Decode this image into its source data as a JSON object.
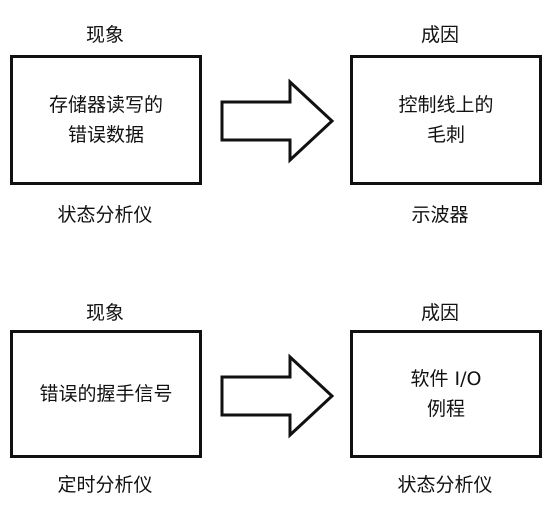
{
  "rows": [
    {
      "phenomenon_heading": "现象",
      "phenomenon_lines": [
        "存储器读写的",
        "错误数据"
      ],
      "phenomenon_tool": "状态分析仪",
      "cause_heading": "成因",
      "cause_lines": [
        "控制线上的",
        "毛刺"
      ],
      "cause_tool": "示波器"
    },
    {
      "phenomenon_heading": "现象",
      "phenomenon_lines": [
        "错误的握手信号"
      ],
      "phenomenon_tool": "定时分析仪",
      "cause_heading": "成因",
      "cause_lines": [
        "软件 I/O",
        "例程"
      ],
      "cause_tool": "状态分析仪"
    }
  ]
}
